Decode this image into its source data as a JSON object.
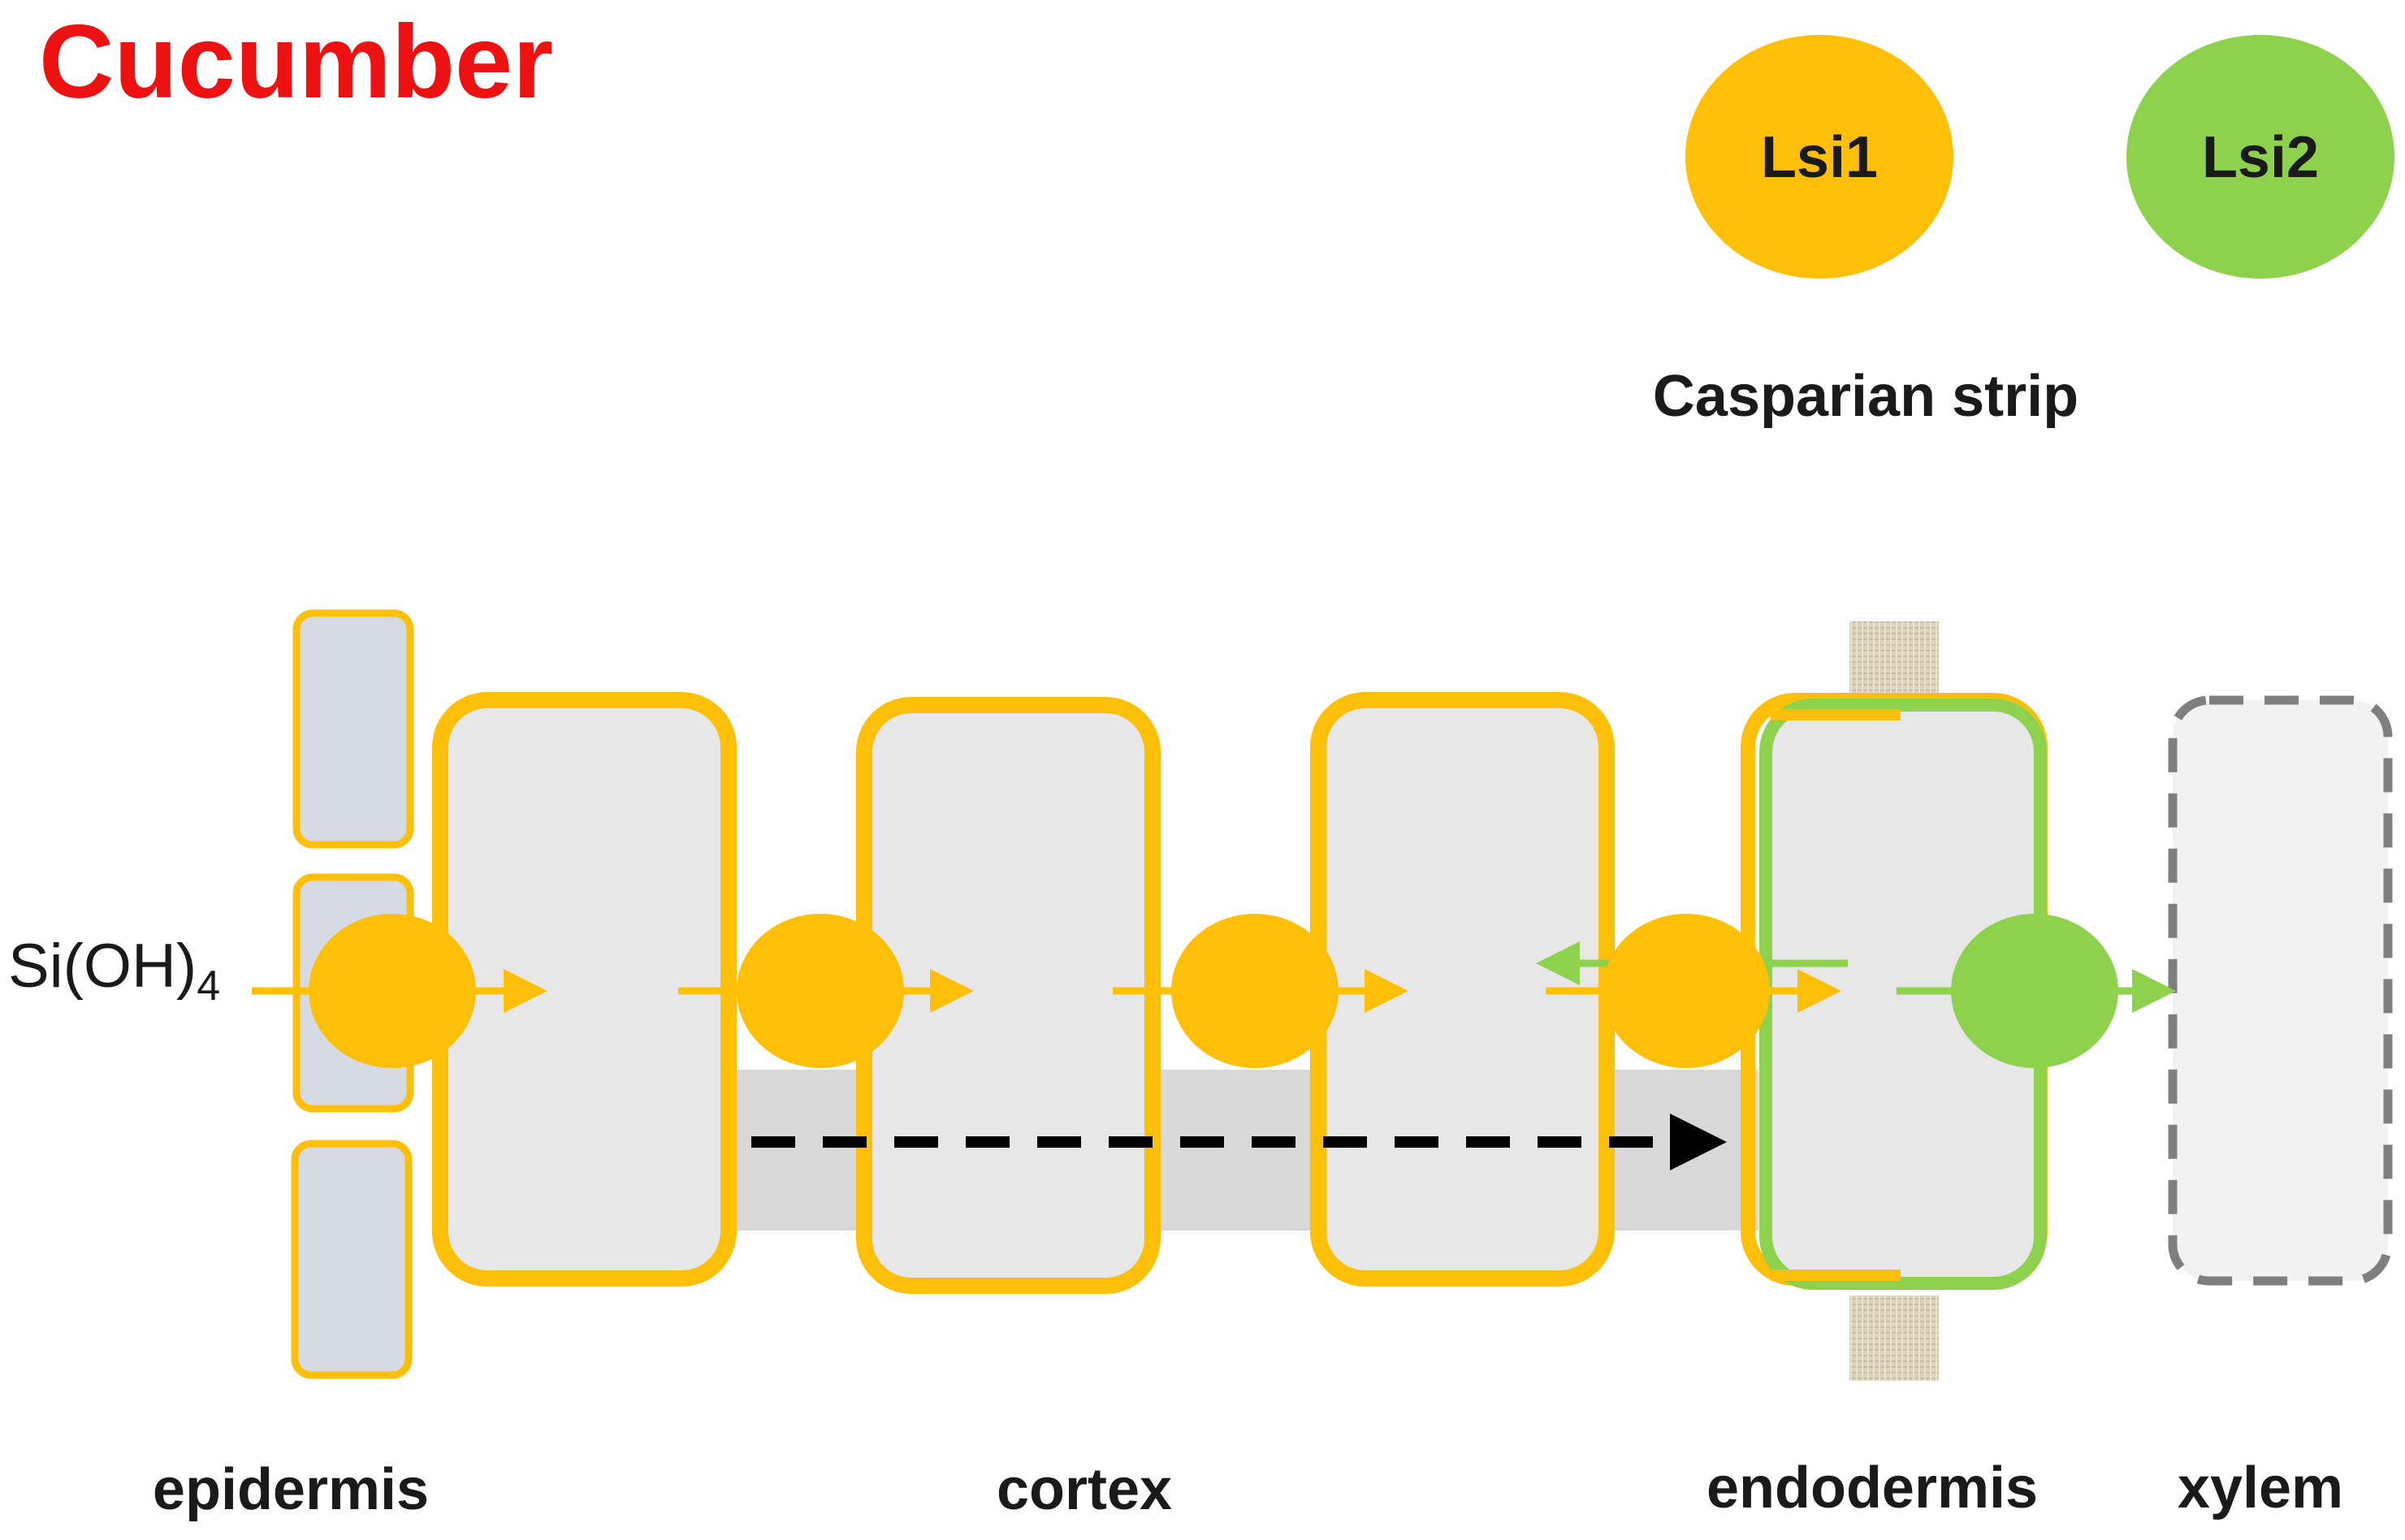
{
  "title": "Cucumber",
  "colors": {
    "title": "#ee1111",
    "lsi1": "#fdbf07",
    "lsi2": "#8dd14c",
    "cell_fill": "#e8e7e8",
    "epidermis_fill": "#d6dbe3",
    "apoplast": "#d8d8d8",
    "xylem_border": "#7f7f7f",
    "casparian": "#ddd3bd",
    "arrow_dark": "#000000"
  },
  "legend": {
    "lsi1": "Lsi1",
    "lsi2": "Lsi2",
    "casparian": "Casparian strip"
  },
  "input": {
    "main": "Si(OH)",
    "sub": "4"
  },
  "tissues": {
    "epidermis": "epidermis",
    "cortex": "cortex",
    "endodermis": "endodermis",
    "xylem": "xylem"
  }
}
